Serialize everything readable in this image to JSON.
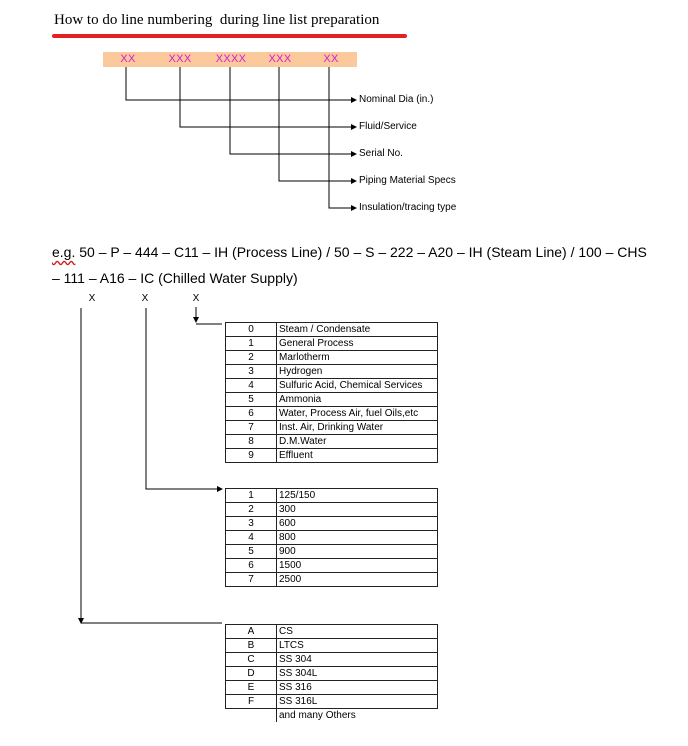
{
  "title": "How to do line numbering  during line list preparation",
  "codes": [
    "XX",
    "XXX",
    "XXXX",
    "XXX",
    "XX"
  ],
  "fields": [
    "Nominal Dia (in.)",
    "Fluid/Service",
    "Serial No.",
    "Piping Material Specs",
    "Insulation/tracing type"
  ],
  "example": {
    "eg": "e.g.",
    "text": " 50 – P – 444 – C11 – IH (Process Line) / 50 – S – 222 – A20 – IH (Steam Line) / 100 – CHS – 111 – A16 – IC (Chilled Water Supply)"
  },
  "spec_marks": [
    "X",
    "X",
    "X"
  ],
  "table_service": [
    {
      "code": "0",
      "desc": "Steam / Condensate"
    },
    {
      "code": "1",
      "desc": "General Process"
    },
    {
      "code": "2",
      "desc": "Marlotherm"
    },
    {
      "code": "3",
      "desc": "Hydrogen"
    },
    {
      "code": "4",
      "desc": "Sulfuric Acid, Chemical Services"
    },
    {
      "code": "5",
      "desc": "Ammonia"
    },
    {
      "code": "6",
      "desc": "Water, Process Air, fuel Oils,etc"
    },
    {
      "code": "7",
      "desc": "Inst. Air, Drinking Water"
    },
    {
      "code": "8",
      "desc": "D.M.Water"
    },
    {
      "code": "9",
      "desc": "Effluent"
    }
  ],
  "table_rating": [
    {
      "code": "1",
      "desc": "125/150"
    },
    {
      "code": "2",
      "desc": "300"
    },
    {
      "code": "3",
      "desc": "600"
    },
    {
      "code": "4",
      "desc": "800"
    },
    {
      "code": "5",
      "desc": "900"
    },
    {
      "code": "6",
      "desc": "1500"
    },
    {
      "code": "7",
      "desc": "2500"
    }
  ],
  "table_material": [
    {
      "code": "A",
      "desc": "CS"
    },
    {
      "code": "B",
      "desc": "LTCS"
    },
    {
      "code": "C",
      "desc": "SS 304"
    },
    {
      "code": "D",
      "desc": "SS 304L"
    },
    {
      "code": "E",
      "desc": "SS 316"
    },
    {
      "code": "F",
      "desc": "SS 316L"
    },
    {
      "code": "",
      "desc": "and many Others"
    }
  ],
  "colors": {
    "code_bar": "#fbc99b",
    "code_text": "#d41cd8",
    "underline": "#e51f24"
  }
}
